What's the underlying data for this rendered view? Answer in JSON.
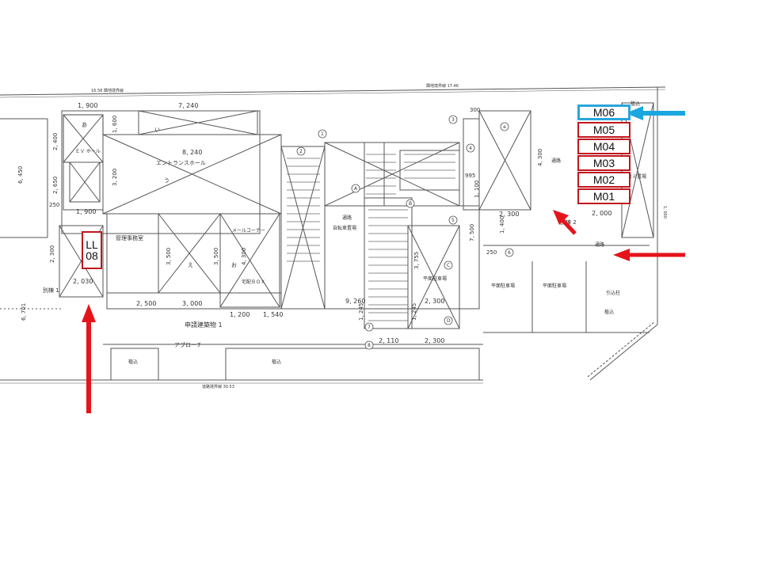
{
  "colors": {
    "marker_red": "#c0161d",
    "highlight_blue": "#2aa5dc",
    "arrow_red": "#e5141b",
    "arrow_blue": "#1aa7e0",
    "line": "#555555"
  },
  "meters": [
    {
      "id": "m06",
      "label": "M06",
      "highlighted": true
    },
    {
      "id": "m05",
      "label": "M05",
      "highlighted": false
    },
    {
      "id": "m04",
      "label": "M04",
      "highlighted": false
    },
    {
      "id": "m03",
      "label": "M03",
      "highlighted": false
    },
    {
      "id": "m02",
      "label": "M02",
      "highlighted": false
    },
    {
      "id": "m01",
      "label": "M01",
      "highlighted": false
    }
  ],
  "ll_box": {
    "line1": "LL",
    "line2": "08"
  },
  "plan_labels": {
    "top_boundary_left": "16.58 隣地境界線",
    "top_boundary_right": "隣地境界線 17.46",
    "dim_1900_top": "1, 900",
    "dim_7240": "7, 240",
    "dim_8240": "8, 240",
    "entrance_hall": "エントランスホール",
    "ev_hall": "ＥＶ ホール",
    "dim_2400": "2, 400",
    "dim_1600": "1, 600",
    "dim_3200": "3, 200",
    "dim_2650": "2, 650",
    "dim_250_left": "250",
    "dim_1900_left": "1, 900",
    "dim_6450": "6, 450",
    "dim_2300_left": "2, 300",
    "dim_2030": "2, 030",
    "annex_1": "別棟 1",
    "dim_6701": "6, 701",
    "management_office": "管理事務室",
    "dim_3500_a": "3, 500",
    "dim_3500_b": "3, 500",
    "dim_4300_mid": "4, 300",
    "mail_corner": "メールコーナー",
    "delivery_box": "宅配ＢＯＸ",
    "dim_2500": "2, 500",
    "dim_3000": "3, 000",
    "dim_1200": "1, 200",
    "dim_1540": "1, 540",
    "application_building": "申請建築物 1",
    "approach": "アプローチ",
    "planting_1": "植込",
    "planting_2": "植込",
    "planting_3": "植込",
    "planting_4": "植込",
    "road_boundary": "道路境界線 30.53",
    "passage_1": "通路",
    "bicycle_parking": "自転車置場",
    "dim_9260": "9, 260",
    "dim_3755": "3, 755",
    "flat_parking_1": "平面駐車場",
    "dim_2300_mid": "2, 300",
    "dim_2110": "2, 110",
    "dim_2300_b": "2, 300",
    "dim_1245_a": "1, 245",
    "dim_1245_b": "1, 245",
    "dim_300": "300",
    "dim_995": "995",
    "dim_1100": "1, 100",
    "dim_2300_right": "2, 300",
    "dim_1400": "1, 400",
    "dim_7500": "7, 500",
    "dim_250_right": "250",
    "dim_4300_right": "4, 300",
    "passage_2": "通路",
    "annex_2": "別棟 2",
    "dim_2000": "2, 000",
    "garbage": "ゴミ置場",
    "passage_3": "通路",
    "flat_parking_2": "平面駐車場",
    "flat_parking_3": "平面駐車場",
    "hikikomi": "引込柱",
    "circle_1": "1",
    "circle_2": "2",
    "circle_3": "3",
    "circle_4": "4",
    "circle_5": "5",
    "circle_6": "6",
    "circle_7": "7",
    "circle_8": "8",
    "circle_a": "A",
    "circle_b": "B",
    "circle_c": "C",
    "circle_d": "D",
    "kana_a": "あ",
    "kana_i": "い",
    "kana_u": "う",
    "kana_e": "え",
    "kana_o": "お",
    "small_a": "a",
    "dim_1000_right": "1, 000"
  }
}
